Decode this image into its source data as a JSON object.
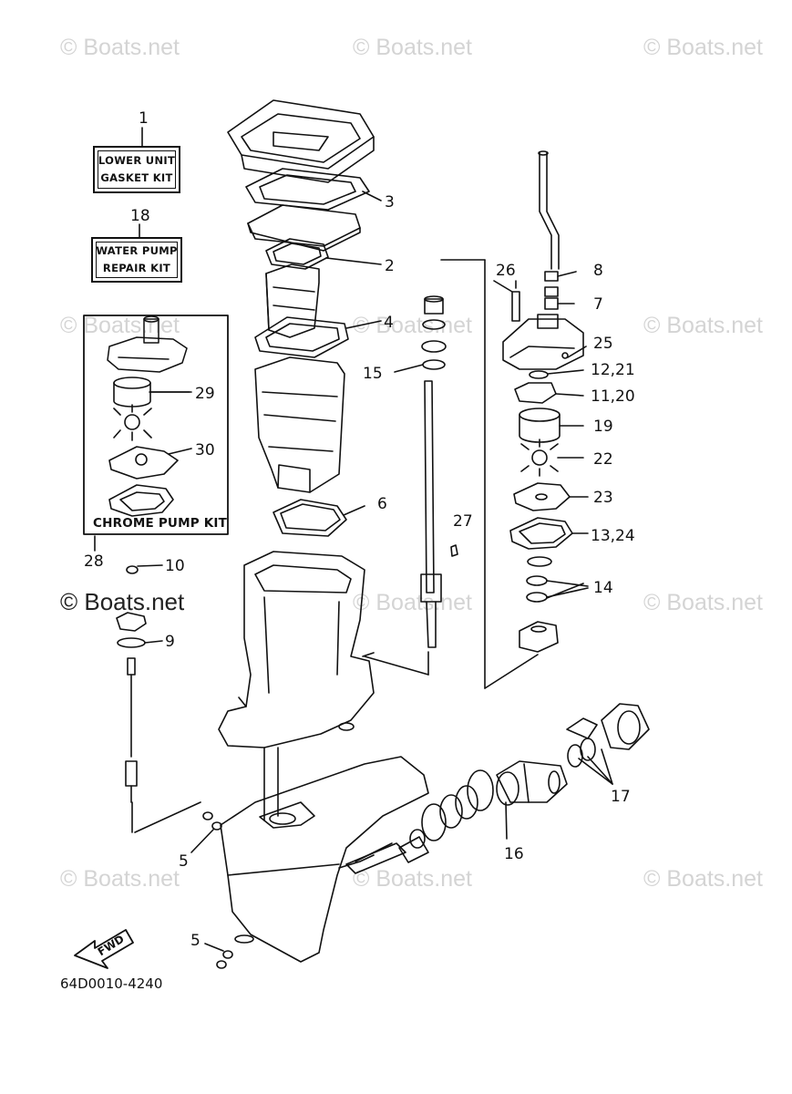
{
  "watermark": "© Boats.net",
  "watermark_main": "© Boats.net",
  "kits": {
    "lower_unit_gasket_kit": {
      "ref": "1",
      "line1": "LOWER UNIT",
      "line2": "GASKET KIT"
    },
    "water_pump_repair_kit": {
      "ref": "18",
      "line1": "WATER PUMP",
      "line2": "REPAIR KIT"
    },
    "chrome_pump_kit": {
      "ref": "28",
      "label": "CHROME PUMP KIT"
    }
  },
  "callouts": {
    "c1": "1",
    "c2": "2",
    "c3": "3",
    "c4": "4",
    "c5a": "5",
    "c5b": "5",
    "c6": "6",
    "c7": "7",
    "c8": "8",
    "c9": "9",
    "c10": "10",
    "c11_20": "11,20",
    "c12_21": "12,21",
    "c13_24": "13,24",
    "c14": "14",
    "c15": "15",
    "c16": "16",
    "c17": "17",
    "c18": "18",
    "c19": "19",
    "c22": "22",
    "c23": "23",
    "c25": "25",
    "c26": "26",
    "c27": "27",
    "c28": "28",
    "c29": "29",
    "c30": "30"
  },
  "direction_label": "FWD",
  "document_number": "64D0010-4240",
  "colors": {
    "line": "#111111",
    "watermark": "#d4d4d4"
  }
}
